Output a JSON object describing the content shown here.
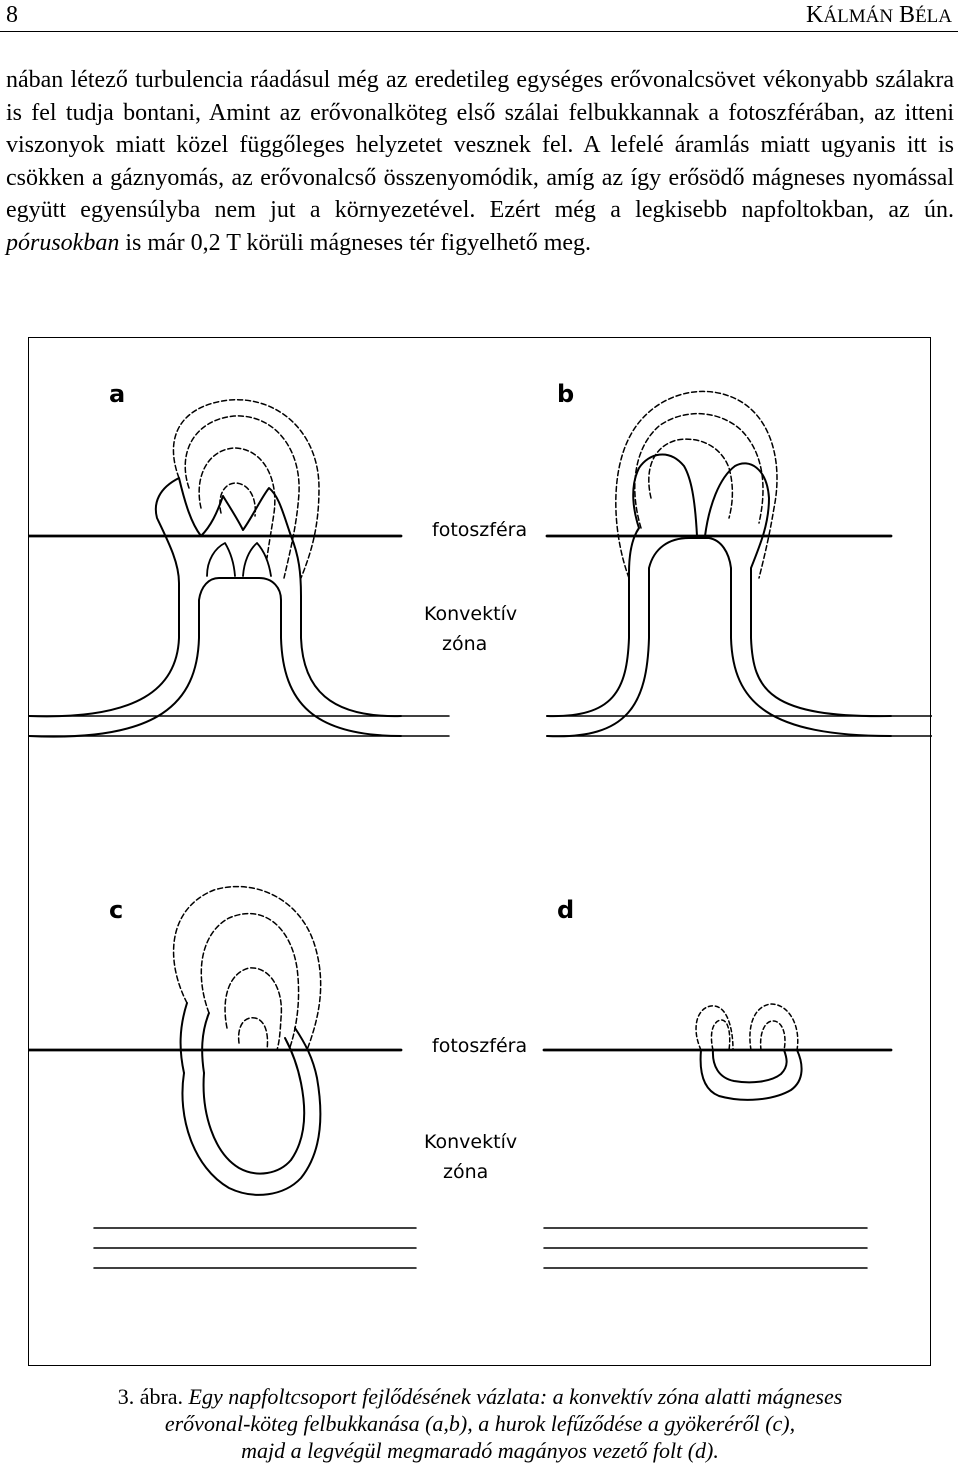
{
  "header": {
    "page_number": "8",
    "author_first_letter": "K",
    "author_first_rest": "ÁLMÁN",
    "author_last_letter": "B",
    "author_last_rest": "ÉLA"
  },
  "body": {
    "text_before_italic": "nában létező turbulencia ráadásul még az eredetileg egységes erővonalcsövet vékonyabb szálakra is fel tudja bontani, Amint az erővonalköteg első szálai felbukkannak a fotoszférában, az itteni viszonyok miatt közel függőleges helyzetet vesznek fel. A lefelé áramlás miatt ugyanis itt is csökken a gáznyomás, az erővonalcső összenyomódik, amíg az így erősödő mágneses nyomással együtt egyensúlyba nem jut a környezetével. Ezért még a legkisebb napfoltokban, az ún. ",
    "italic_term": "pórusokban",
    "text_after_italic": " is már 0,2 T körüli mágneses tér figyelhető meg."
  },
  "figure": {
    "panel_labels": [
      "a",
      "b",
      "c",
      "d"
    ],
    "photosphere_label": "fotoszféra",
    "convective_label_line1": "Konvektív",
    "convective_label_line2": "zóna"
  },
  "caption": {
    "label": "3. ábra.",
    "line1": " Egy napfoltcsoport fejlődésének vázlata: a konvektív zóna alatti mágneses",
    "line2": "erővonal-köteg felbukkanása (a,b), a hurok lefűződése a gyökeréről (c),",
    "line3": "majd a legvégül megmaradó magányos vezető folt (d)."
  }
}
